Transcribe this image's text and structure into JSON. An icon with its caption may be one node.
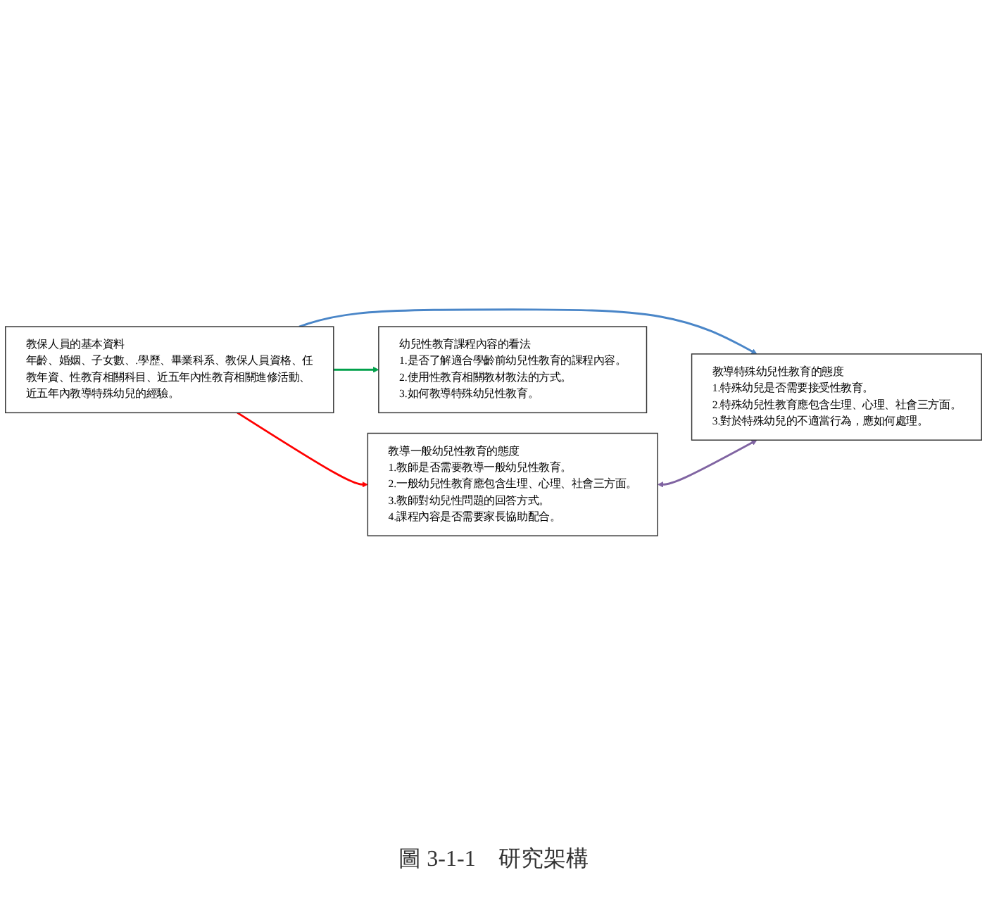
{
  "diagram": {
    "caption": "圖 3-1-1　研究架構",
    "nodes": [
      {
        "text": [
          "教保人員的基本資料",
          "年齡、婚姻、子女數、.學歷、畢業科系、教保人員資格、任教年資、性教育相關科目、近五年內性教育相關進修活動、近五年內教導特殊幼兒的經驗。"
        ]
      },
      {
        "text": [
          "教導一般幼兒性教育的態度",
          "1.教師是否需要教導一般幼兒性教育。",
          "2.一般幼兒性教育應包含生理、心理、社會三方面。",
          "3.教師對幼兒性問題的回答方式。",
          "4.課程內容是否需要家長協助配合。"
        ]
      },
      {
        "text": [
          "教導特殊幼兒性教育的態度",
          "1.特殊幼兒是否需要接受性教育。",
          "2.特殊幼兒性教育應包含生理、心理、社會三方面。",
          "3.對於特殊幼兒的不適當行為，應如何處理。"
        ]
      },
      {
        "text": [
          "幼兒性教育課程內容的看法",
          "1.是否了解適合學齡前幼兒性教育的課程內容。",
          "2.使用性教育相關教材教法的方式。",
          "3.如何教導特殊幼兒性教育。"
        ]
      }
    ],
    "edges": [
      {
        "from": 0,
        "to": 1,
        "arrow": "to",
        "color": "#ff0000"
      },
      {
        "from": 0,
        "to": 2,
        "arrow": "to",
        "color": "#4a86c8"
      },
      {
        "from": 0,
        "to": 3,
        "arrow": "to",
        "color": "#00a04a"
      },
      {
        "from": 1,
        "to": 2,
        "arrow": "both",
        "color": "#8064a2"
      }
    ]
  }
}
